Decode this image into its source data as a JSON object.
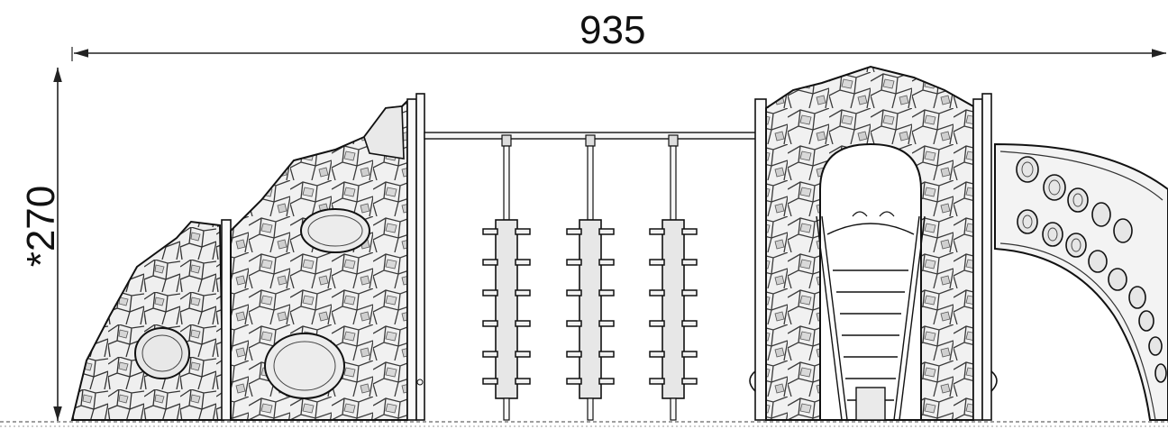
{
  "dimensions": {
    "width_label": "935",
    "height_label": "*270"
  },
  "components": [
    {
      "name": "rock-climbing-wall",
      "label": ""
    },
    {
      "name": "spinning-climbing-poles",
      "label": ""
    },
    {
      "name": "rock-tower-with-ladder",
      "label": ""
    },
    {
      "name": "curved-slide-with-holds",
      "label": ""
    }
  ],
  "colors": {
    "line": "#222222",
    "fill_light": "#f2f2f2",
    "fill_mid": "#e4e4e4",
    "fill_dark": "#bdbdbd",
    "background": "#ffffff"
  }
}
